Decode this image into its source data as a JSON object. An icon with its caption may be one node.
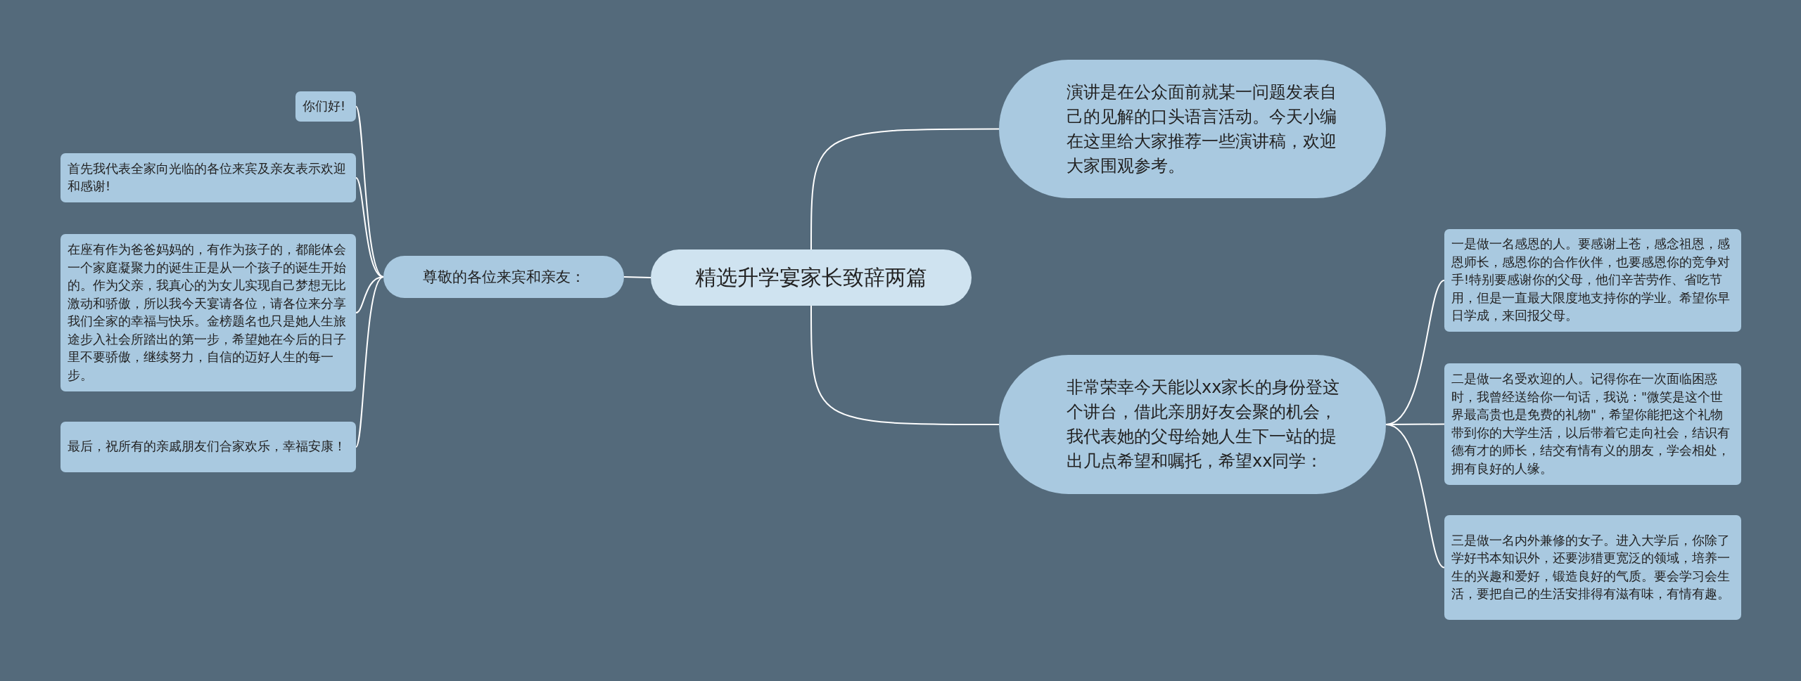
{
  "diagram": {
    "nodes": [
      {
        "text": [
          "精选升学宴家长致辞两篇"
        ]
      },
      {
        "text": [
          "演讲是在公众面前就某一问题发表自己的见解的口头语言活动。今天小编在这里给大家推荐一些演讲稿，欢迎大家围观参考。"
        ]
      },
      {
        "text": [
          "非常荣幸今天能以xx家长的身份登这个讲台，借此亲朋好友会聚的机会，我代表她的父母给她人生下一站的提出几点希望和嘱托，希望xx同学："
        ]
      },
      {
        "text": [
          "尊敬的各位来宾和亲友："
        ]
      },
      {
        "text": [
          "你们好!"
        ]
      },
      {
        "text": [
          "首先我代表全家向光临的各位来宾及亲友表示欢迎和感谢!"
        ]
      },
      {
        "text": [
          "在座有作为爸爸妈妈的，有作为孩子的，都能体会一个家庭凝聚力的诞生正是从一个孩子的诞生开始的。作为父亲，我真心的为女儿实现自己梦想无比激动和骄傲，所以我今天宴请各位，请各位来分享我们全家的幸福与快乐。金榜题名也只是她人生旅途步入社会所踏出的第一步，希望她在今后的日子里不要骄傲，继续努力，自信的迈好人生的每一步。"
        ]
      },
      {
        "text": [
          "最后，祝所有的亲戚朋友们合家欢乐，幸福安康！"
        ]
      },
      {
        "text": [
          "一是做一名感恩的人。要感谢上苍，感念祖恩，感恩师长，感恩你的合作伙伴，也要感恩你的竞争对手!特别要感谢你的父母，他们辛苦劳作、省吃节用，但是一直最大限度地支持你的学业。希望你早日学成，来回报父母。"
        ]
      },
      {
        "text": [
          "二是做一名受欢迎的人。记得你在一次面临困惑时，我曾经送给你一句话，我说：\"微笑是这个世界最高贵也是免费的礼物\"，希望你能把这个礼物带到你的大学生活，以后带着它走向社会，结识有德有才的师长，结交有情有义的朋友，学会相处，拥有良好的人缘。"
        ]
      },
      {
        "text": [
          "三是做一名内外兼修的女子。进入大学后，你除了学好书本知识外，还要涉猎更宽泛的领域，培养一生的兴趣和爱好，锻造良好的气质。要会学习会生活，要把自己的生活安排得有滋有味，有情有趣。"
        ]
      }
    ],
    "edges": [
      {
        "from": 0,
        "to": 1,
        "arrow": "none"
      },
      {
        "from": 0,
        "to": 2,
        "arrow": "none"
      },
      {
        "from": 0,
        "to": 3,
        "arrow": "none"
      },
      {
        "from": 3,
        "to": 4,
        "arrow": "none"
      },
      {
        "from": 3,
        "to": 5,
        "arrow": "none"
      },
      {
        "from": 3,
        "to": 6,
        "arrow": "none"
      },
      {
        "from": 3,
        "to": 7,
        "arrow": "none"
      },
      {
        "from": 2,
        "to": 8,
        "arrow": "none"
      },
      {
        "from": 2,
        "to": 9,
        "arrow": "none"
      },
      {
        "from": 2,
        "to": 10,
        "arrow": "none"
      }
    ]
  }
}
